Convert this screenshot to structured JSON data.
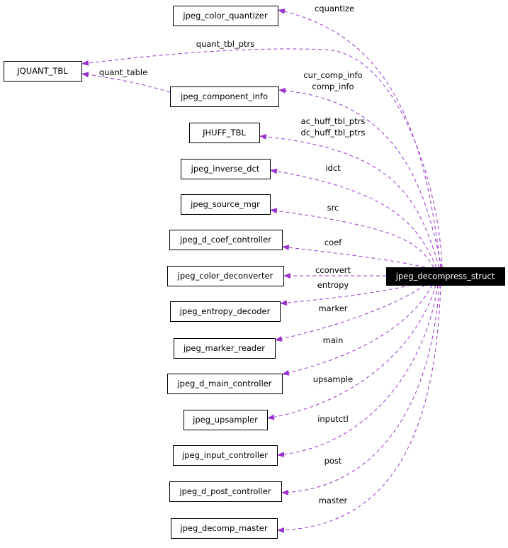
{
  "root": {
    "id": "jpeg_decompress_struct",
    "label": "jpeg_decompress_struct"
  },
  "nodes": [
    {
      "id": "jpeg_color_quantizer",
      "label": "jpeg_color_quantizer"
    },
    {
      "id": "JQUANT_TBL",
      "label": "JQUANT_TBL"
    },
    {
      "id": "jpeg_component_info",
      "label": "jpeg_component_info"
    },
    {
      "id": "JHUFF_TBL",
      "label": "JHUFF_TBL"
    },
    {
      "id": "jpeg_inverse_dct",
      "label": "jpeg_inverse_dct"
    },
    {
      "id": "jpeg_source_mgr",
      "label": "jpeg_source_mgr"
    },
    {
      "id": "jpeg_d_coef_controller",
      "label": "jpeg_d_coef_controller"
    },
    {
      "id": "jpeg_color_deconverter",
      "label": "jpeg_color_deconverter"
    },
    {
      "id": "jpeg_entropy_decoder",
      "label": "jpeg_entropy_decoder"
    },
    {
      "id": "jpeg_marker_reader",
      "label": "jpeg_marker_reader"
    },
    {
      "id": "jpeg_d_main_controller",
      "label": "jpeg_d_main_controller"
    },
    {
      "id": "jpeg_upsampler",
      "label": "jpeg_upsampler"
    },
    {
      "id": "jpeg_input_controller",
      "label": "jpeg_input_controller"
    },
    {
      "id": "jpeg_d_post_controller",
      "label": "jpeg_d_post_controller"
    },
    {
      "id": "jpeg_decomp_master",
      "label": "jpeg_decomp_master"
    }
  ],
  "edges": [
    {
      "from": "jpeg_decompress_struct",
      "to": "jpeg_color_quantizer",
      "labels": [
        "cquantize"
      ]
    },
    {
      "from": "jpeg_decompress_struct",
      "to": "JQUANT_TBL",
      "labels": [
        "quant_tbl_ptrs"
      ]
    },
    {
      "from": "jpeg_component_info",
      "to": "JQUANT_TBL",
      "labels": [
        "quant_table"
      ]
    },
    {
      "from": "jpeg_decompress_struct",
      "to": "jpeg_component_info",
      "labels": [
        "cur_comp_info",
        "comp_info"
      ]
    },
    {
      "from": "jpeg_decompress_struct",
      "to": "JHUFF_TBL",
      "labels": [
        "ac_huff_tbl_ptrs",
        "dc_huff_tbl_ptrs"
      ]
    },
    {
      "from": "jpeg_decompress_struct",
      "to": "jpeg_inverse_dct",
      "labels": [
        "idct"
      ]
    },
    {
      "from": "jpeg_decompress_struct",
      "to": "jpeg_source_mgr",
      "labels": [
        "src"
      ]
    },
    {
      "from": "jpeg_decompress_struct",
      "to": "jpeg_d_coef_controller",
      "labels": [
        "coef"
      ]
    },
    {
      "from": "jpeg_decompress_struct",
      "to": "jpeg_color_deconverter",
      "labels": [
        "cconvert"
      ]
    },
    {
      "from": "jpeg_decompress_struct",
      "to": "jpeg_entropy_decoder",
      "labels": [
        "entropy"
      ]
    },
    {
      "from": "jpeg_decompress_struct",
      "to": "jpeg_marker_reader",
      "labels": [
        "marker"
      ]
    },
    {
      "from": "jpeg_decompress_struct",
      "to": "jpeg_d_main_controller",
      "labels": [
        "main"
      ]
    },
    {
      "from": "jpeg_decompress_struct",
      "to": "jpeg_upsampler",
      "labels": [
        "upsample"
      ]
    },
    {
      "from": "jpeg_decompress_struct",
      "to": "jpeg_input_controller",
      "labels": [
        "inputctl"
      ]
    },
    {
      "from": "jpeg_decompress_struct",
      "to": "jpeg_d_post_controller",
      "labels": [
        "post"
      ]
    },
    {
      "from": "jpeg_decompress_struct",
      "to": "jpeg_decomp_master",
      "labels": [
        "master"
      ]
    }
  ],
  "colors": {
    "edge": "#9a32cd",
    "root_fill": "#000000",
    "root_text": "#ffffff",
    "node_fill": "#ffffff",
    "node_stroke": "#000000"
  }
}
